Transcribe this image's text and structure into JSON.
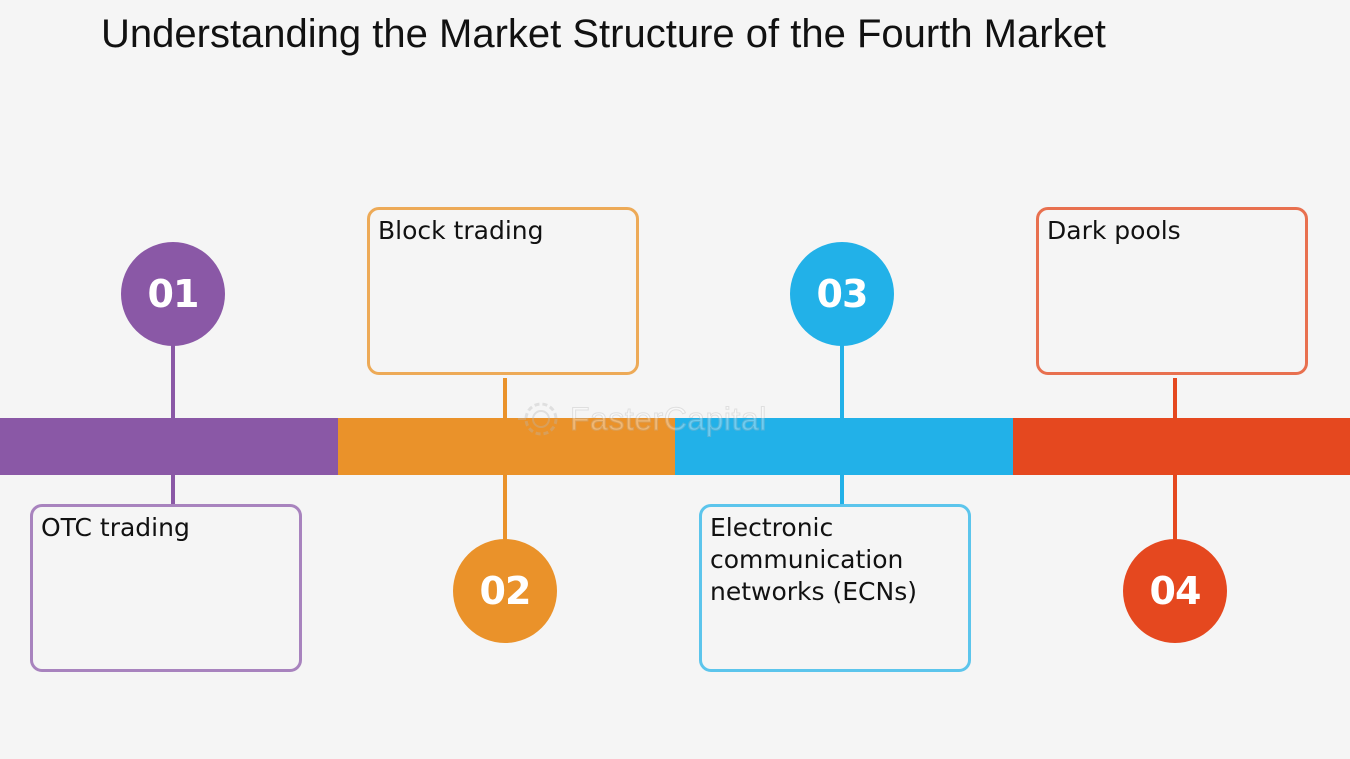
{
  "title": "Understanding the Market Structure of the Fourth Market",
  "steps": [
    {
      "number": "01",
      "label": "OTC trading",
      "color": "#8a58a6",
      "box_color": "#a883be",
      "position": "below"
    },
    {
      "number": "02",
      "label": "Block trading",
      "color": "#ea922a",
      "box_color": "#edaa57",
      "position": "above"
    },
    {
      "number": "03",
      "label": "Electronic communication networks (ECNs)",
      "color": "#22b1e8",
      "box_color": "#5cc5ec",
      "position": "below"
    },
    {
      "number": "04",
      "label": "Dark pools",
      "color": "#e5481f",
      "box_color": "#e8704f",
      "position": "above"
    }
  ],
  "watermark": {
    "text": "FasterCapital",
    "icon": "gear-icon"
  }
}
